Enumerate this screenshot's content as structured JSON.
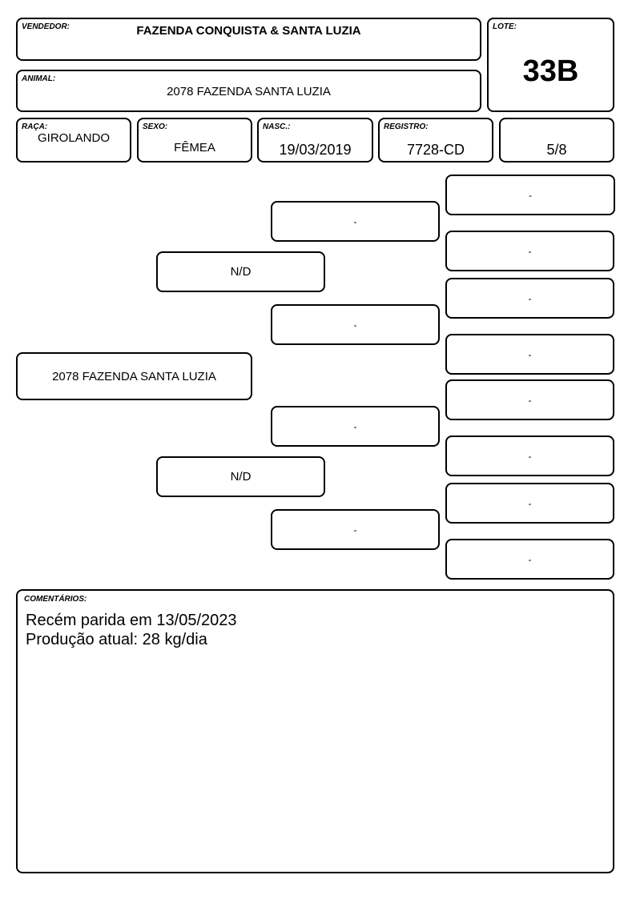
{
  "header": {
    "vendedor_label": "VENDEDOR:",
    "vendedor_value": "FAZENDA CONQUISTA & SANTA LUZIA",
    "lote_label": "LOTE:",
    "lote_value": "33B",
    "animal_label": "ANIMAL:",
    "animal_value": "2078 FAZENDA SANTA LUZIA"
  },
  "details": {
    "raca_label": "RAÇA:",
    "raca_value": "GIROLANDO",
    "sexo_label": "SEXO:",
    "sexo_value": "FÊMEA",
    "nasc_label": "NASC.:",
    "nasc_value": "19/03/2019",
    "registro_label": "REGISTRO:",
    "registro_value": "7728-CD",
    "grau_value": "5/8"
  },
  "pedigree": {
    "animal": "2078 FAZENDA SANTA LUZIA",
    "sire": "N/D",
    "dam": "N/D",
    "sire_sire": "-",
    "sire_dam": "-",
    "dam_sire": "-",
    "dam_dam": "-",
    "gen3": [
      "-",
      "-",
      "-",
      "-",
      "-",
      "-",
      "-",
      "-"
    ]
  },
  "comments": {
    "label": "COMENTÁRIOS:",
    "lines": [
      "Recém parida em 13/05/2023",
      "Produção atual: 28 kg/dia"
    ]
  }
}
